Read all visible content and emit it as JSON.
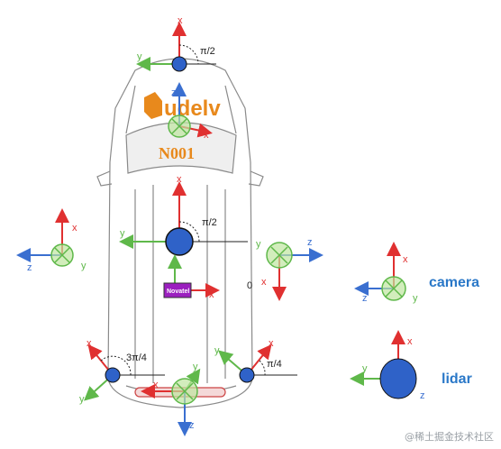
{
  "colors": {
    "x_axis": "#e03030",
    "y_axis": "#5fb84a",
    "z_axis": "#3a6fd0",
    "lidar_fill": "#2f62c8",
    "camera_fill": "#bfe6a0",
    "novatel_fill": "#9b1fbf",
    "logo_orange": "#e8891c",
    "legend_text": "#2a78c8"
  },
  "icons": [
    "car-topview",
    "udelv-logo",
    "lidar-symbol",
    "camera-symbol",
    "gnss-box"
  ],
  "brand": {
    "logo_text": "udelv",
    "vehicle_id": "N001"
  },
  "gnss_label": "Novatel",
  "zero_label": "0",
  "axis_names": {
    "x": "x",
    "y": "y",
    "z": "z"
  },
  "angles": {
    "front_lidar": "π/2",
    "center_lidar": "π/2",
    "rear_left_lidar": "3π/4",
    "rear_right_lidar": "π/4"
  },
  "legend": {
    "camera": "camera",
    "lidar": "lidar"
  },
  "watermark": "@稀土掘金技术社区"
}
